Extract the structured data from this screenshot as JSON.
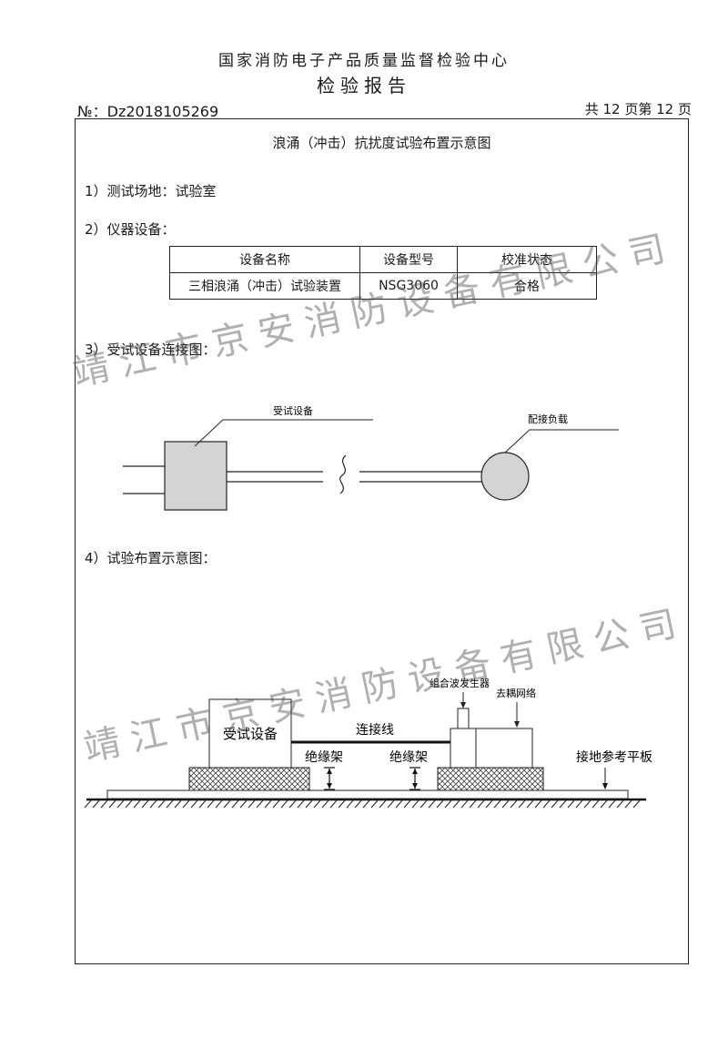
{
  "header": {
    "organization": "国家消防电子产品质量监督检验中心",
    "title": "检验报告",
    "report_no": "№：Dz2018105269",
    "page_info": "共 12 页第 12 页"
  },
  "section_title": "浪涌（冲击）抗扰度试验布置示意图",
  "items": {
    "site": "1）测试场地：试验室",
    "equipment": "2）仪器设备：",
    "connection": "3）受试设备连接图：",
    "layout": "4）试验布置示意图："
  },
  "equipment_table": {
    "headers": [
      "设备名称",
      "设备型号",
      "校准状态"
    ],
    "rows": [
      [
        "三相浪涌（冲击）试验装置",
        "NSG3060",
        "合格"
      ]
    ]
  },
  "connection_diagram": {
    "eut_label": "受试设备",
    "load_label": "配接负载"
  },
  "layout_diagram": {
    "eut_label": "受试设备",
    "cable_label": "连接线",
    "insulator_left": "绝缘架",
    "insulator_right": "绝缘架",
    "generator_label": "组合波发生器",
    "decoupling_label": "去耦网络",
    "ground_label": "接地参考平板"
  },
  "watermark": "靖江市京安消防设备有限公司"
}
